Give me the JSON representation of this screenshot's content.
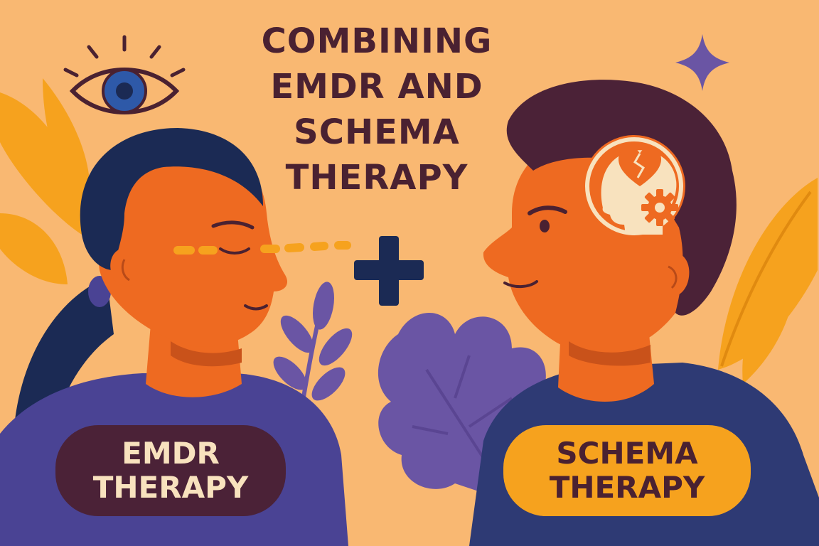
{
  "title": {
    "line1": "COMBINING",
    "line2": "EMDR AND",
    "line3": "SCHEMA",
    "line4": "THERAPY"
  },
  "labels": {
    "emdr": {
      "line1": "EMDR",
      "line2": "THERAPY"
    },
    "schema": {
      "line1": "SCHEMA",
      "line2": "THERAPY"
    }
  },
  "colors": {
    "background": "#F9B872",
    "title_text": "#4A2131",
    "skin": "#EE6A21",
    "woman_hair": "#1B2A54",
    "man_hair": "#4B2237",
    "woman_shirt": "#4A4394",
    "man_shirt": "#2E3A74",
    "purple_leaf": "#6A55A4",
    "yellow_leaf": "#F6A21E",
    "emdr_pill": "#4B2237",
    "schema_pill": "#F6A21E"
  },
  "icons": [
    "eye-icon",
    "sparkle-icon",
    "plus-icon",
    "broken-heart-icon",
    "gear-icon",
    "head-silhouette-icon"
  ]
}
